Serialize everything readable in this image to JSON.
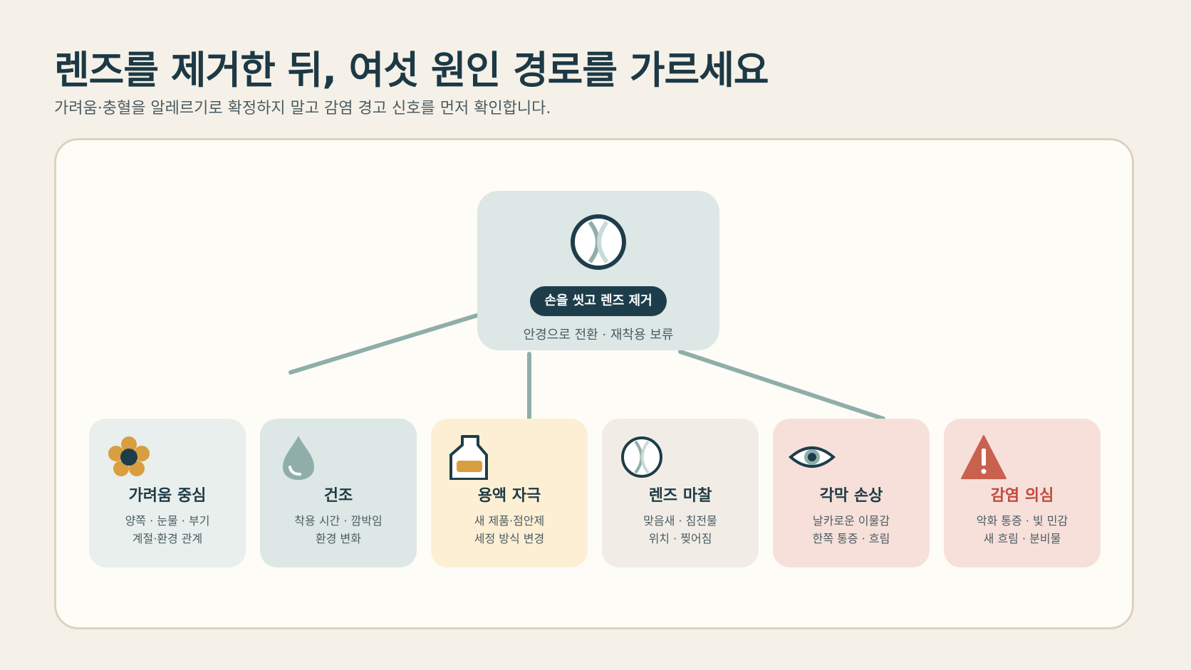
{
  "title": "렌즈를 제거한 뒤, 여섯 원인 경로를 가르세요",
  "subtitle": "가려움·충혈을 알레르기로 확정하지 말고 감염 경고 신호를 먼저 확인합니다.",
  "center": {
    "icon": "contact-lens-icon",
    "label": "손을 씻고 렌즈 제거",
    "note": "안경으로 전환 · 재착용 보류"
  },
  "colors": {
    "background": "#f5f1e8",
    "panel": "#fefcf7",
    "navy": "#1e3d4a",
    "connector": "#8faeaa",
    "alert": "#c5483a"
  },
  "cards": [
    {
      "title": "가려움 중심",
      "line1": "양쪽 · 눈물 · 부기",
      "line2": "계절·환경 관계",
      "icon": "flower-icon",
      "bg": "#e8efec",
      "alert": false
    },
    {
      "title": "건조",
      "line1": "착용 시간 · 깜박임",
      "line2": "환경 변화",
      "icon": "droplet-icon",
      "bg": "#dde7e6",
      "alert": false
    },
    {
      "title": "용액 자극",
      "line1": "새 제품·점안제",
      "line2": "세정 방식 변경",
      "icon": "solution-bottle-icon",
      "bg": "#fdefd4",
      "alert": false
    },
    {
      "title": "렌즈 마찰",
      "line1": "맞음새 · 침전물",
      "line2": "위치 · 찢어짐",
      "icon": "contact-lens-icon",
      "bg": "#f1ede6",
      "alert": false
    },
    {
      "title": "각막 손상",
      "line1": "날카로운 이물감",
      "line2": "한쪽 통증 · 흐림",
      "icon": "eye-icon",
      "bg": "#f7e0da",
      "alert": false
    },
    {
      "title": "감염 의심",
      "line1": "악화 통증 · 빛 민감",
      "line2": "새 흐림 · 분비물",
      "icon": "warning-triangle-icon",
      "bg": "#f7e0da",
      "alert": true
    }
  ]
}
